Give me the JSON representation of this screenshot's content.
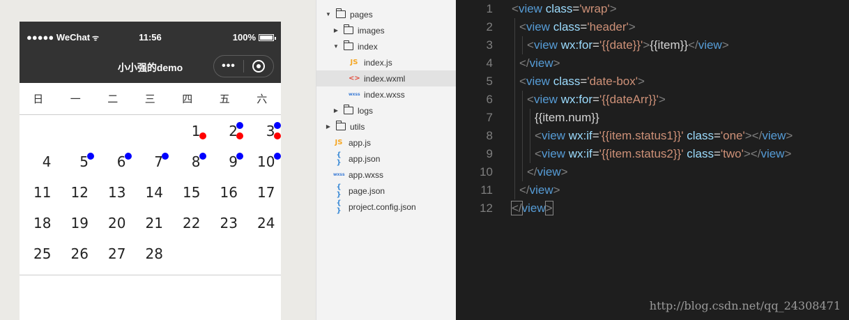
{
  "simulator": {
    "status_bar": {
      "signal": "●●●●● WeChat",
      "time": "11:56",
      "battery": "100%"
    },
    "nav_title": "小小强的demo",
    "capsule_more": "•••",
    "weekdays": [
      "日",
      "一",
      "二",
      "三",
      "四",
      "五",
      "六"
    ],
    "dates": [
      {
        "num": "1",
        "one": false,
        "two": true
      },
      {
        "num": "2",
        "one": true,
        "two": true
      },
      {
        "num": "3",
        "one": true,
        "two": true
      },
      {
        "num": "4",
        "one": false,
        "two": false
      },
      {
        "num": "5",
        "one": true,
        "two": false
      },
      {
        "num": "6",
        "one": true,
        "two": false
      },
      {
        "num": "7",
        "one": true,
        "two": false
      },
      {
        "num": "8",
        "one": true,
        "two": false
      },
      {
        "num": "9",
        "one": true,
        "two": false
      },
      {
        "num": "10",
        "one": true,
        "two": false
      },
      {
        "num": "11",
        "one": false,
        "two": false
      },
      {
        "num": "12",
        "one": false,
        "two": false
      },
      {
        "num": "13",
        "one": false,
        "two": false
      },
      {
        "num": "14",
        "one": false,
        "two": false
      },
      {
        "num": "15",
        "one": false,
        "two": false
      },
      {
        "num": "16",
        "one": false,
        "two": false
      },
      {
        "num": "17",
        "one": false,
        "two": false
      },
      {
        "num": "18",
        "one": false,
        "two": false
      },
      {
        "num": "19",
        "one": false,
        "two": false
      },
      {
        "num": "20",
        "one": false,
        "two": false
      },
      {
        "num": "21",
        "one": false,
        "two": false
      },
      {
        "num": "22",
        "one": false,
        "two": false
      },
      {
        "num": "23",
        "one": false,
        "two": false
      },
      {
        "num": "24",
        "one": false,
        "two": false
      },
      {
        "num": "25",
        "one": false,
        "two": false
      },
      {
        "num": "26",
        "one": false,
        "two": false
      },
      {
        "num": "27",
        "one": false,
        "two": false
      },
      {
        "num": "28",
        "one": false,
        "two": false
      }
    ],
    "first_weekday": 4,
    "dot_colors": {
      "one": "#0000ff",
      "two": "#ff0000"
    }
  },
  "file_tree": [
    {
      "label": "pages",
      "type": "folder",
      "expanded": true,
      "depth": 0
    },
    {
      "label": "images",
      "type": "folder",
      "expanded": false,
      "depth": 1
    },
    {
      "label": "index",
      "type": "folder",
      "expanded": true,
      "depth": 1
    },
    {
      "label": "index.js",
      "type": "js",
      "depth": 2
    },
    {
      "label": "index.wxml",
      "type": "wxml",
      "depth": 2,
      "selected": true
    },
    {
      "label": "index.wxss",
      "type": "wxss",
      "depth": 2
    },
    {
      "label": "logs",
      "type": "folder",
      "expanded": false,
      "depth": 1
    },
    {
      "label": "utils",
      "type": "folder",
      "expanded": false,
      "depth": 0
    },
    {
      "label": "app.js",
      "type": "js",
      "depth": 0
    },
    {
      "label": "app.json",
      "type": "json",
      "depth": 0
    },
    {
      "label": "app.wxss",
      "type": "wxss",
      "depth": 0
    },
    {
      "label": "page.json",
      "type": "json",
      "depth": 0
    },
    {
      "label": "project.config.json",
      "type": "json",
      "depth": 0
    }
  ],
  "file_icons": {
    "js": "JS",
    "wxml": "<>",
    "wxss": "wxss",
    "json": "{ }"
  },
  "editor": {
    "lines": [
      [
        [
          "tb",
          "<"
        ],
        [
          "tg",
          "view"
        ],
        [
          "tx",
          " "
        ],
        [
          "at",
          "class"
        ],
        [
          "tx",
          "="
        ],
        [
          "st",
          "'wrap'"
        ],
        [
          "tb",
          ">"
        ]
      ],
      [
        [
          "tb",
          "<"
        ],
        [
          "tg",
          "view"
        ],
        [
          "tx",
          " "
        ],
        [
          "at",
          "class"
        ],
        [
          "tx",
          "="
        ],
        [
          "st",
          "'header'"
        ],
        [
          "tb",
          ">"
        ]
      ],
      [
        [
          "tb",
          "<"
        ],
        [
          "tg",
          "view"
        ],
        [
          "tx",
          " "
        ],
        [
          "at",
          "wx:for"
        ],
        [
          "tx",
          "="
        ],
        [
          "st",
          "'{{date}}'"
        ],
        [
          "tb",
          ">"
        ],
        [
          "tx",
          "{{item}}"
        ],
        [
          "tb",
          "</"
        ],
        [
          "tg",
          "view"
        ],
        [
          "tb",
          ">"
        ]
      ],
      [
        [
          "tb",
          "</"
        ],
        [
          "tg",
          "view"
        ],
        [
          "tb",
          ">"
        ]
      ],
      [
        [
          "tb",
          "<"
        ],
        [
          "tg",
          "view"
        ],
        [
          "tx",
          " "
        ],
        [
          "at",
          "class"
        ],
        [
          "tx",
          "="
        ],
        [
          "st",
          "'date-box'"
        ],
        [
          "tb",
          ">"
        ]
      ],
      [
        [
          "tb",
          "<"
        ],
        [
          "tg",
          "view"
        ],
        [
          "tx",
          " "
        ],
        [
          "at",
          "wx:for"
        ],
        [
          "tx",
          "="
        ],
        [
          "st",
          "'{{dateArr}}'"
        ],
        [
          "tb",
          ">"
        ]
      ],
      [
        [
          "tx",
          "{{item.num}}"
        ]
      ],
      [
        [
          "tb",
          "<"
        ],
        [
          "tg",
          "view"
        ],
        [
          "tx",
          " "
        ],
        [
          "at",
          "wx:if"
        ],
        [
          "tx",
          "="
        ],
        [
          "st",
          "'{{item.status1}}'"
        ],
        [
          "tx",
          " "
        ],
        [
          "at",
          "class"
        ],
        [
          "tx",
          "="
        ],
        [
          "st",
          "'one'"
        ],
        [
          "tb",
          "></"
        ],
        [
          "tg",
          "view"
        ],
        [
          "tb",
          ">"
        ]
      ],
      [
        [
          "tb",
          "<"
        ],
        [
          "tg",
          "view"
        ],
        [
          "tx",
          " "
        ],
        [
          "at",
          "wx:if"
        ],
        [
          "tx",
          "="
        ],
        [
          "st",
          "'{{item.status2}}'"
        ],
        [
          "tx",
          " "
        ],
        [
          "at",
          "class"
        ],
        [
          "tx",
          "="
        ],
        [
          "st",
          "'two'"
        ],
        [
          "tb",
          "></"
        ],
        [
          "tg",
          "view"
        ],
        [
          "tb",
          ">"
        ]
      ],
      [
        [
          "tb",
          "</"
        ],
        [
          "tg",
          "view"
        ],
        [
          "tb",
          ">"
        ]
      ],
      [
        [
          "tb",
          "</"
        ],
        [
          "tg",
          "view"
        ],
        [
          "tb",
          ">"
        ]
      ],
      [
        [
          "tb",
          "</"
        ],
        [
          "tg",
          "view"
        ],
        [
          "tb",
          ">"
        ]
      ]
    ],
    "watermark": "http://blog.csdn.net/qq_24308471"
  }
}
